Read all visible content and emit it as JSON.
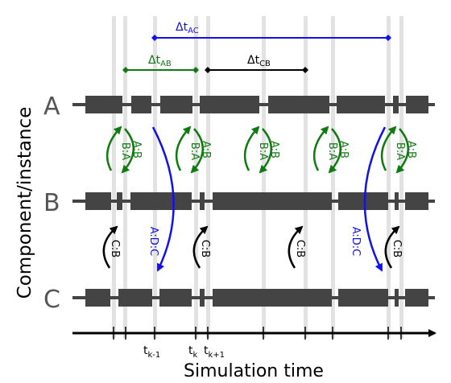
{
  "colors": {
    "dark": "#444444",
    "grid": "#e2e2e2",
    "green": "#0f7a0f",
    "blue": "#1212e6",
    "black": "#000000",
    "label": "#555555"
  },
  "axis": {
    "y_label": "Component/instance",
    "x_label": "Simulation time",
    "rows": [
      "A",
      "B",
      "C"
    ]
  },
  "intervals": {
    "ac_main": "Δt",
    "ac_sub": "AC",
    "ab_main": "Δt",
    "ab_sub": "AB",
    "cb_main": "Δt",
    "cb_sub": "CB"
  },
  "ticks": {
    "t_km1_main": "t",
    "t_km1_sub": "k-1",
    "t_k_main": "t",
    "t_k_sub": "k",
    "t_kp1_main": "t",
    "t_kp1_sub": "k+1"
  },
  "exchange_labels": {
    "ba": "B:A",
    "ab": "A:B",
    "cb": "C:B",
    "adc": "A:D:C"
  }
}
